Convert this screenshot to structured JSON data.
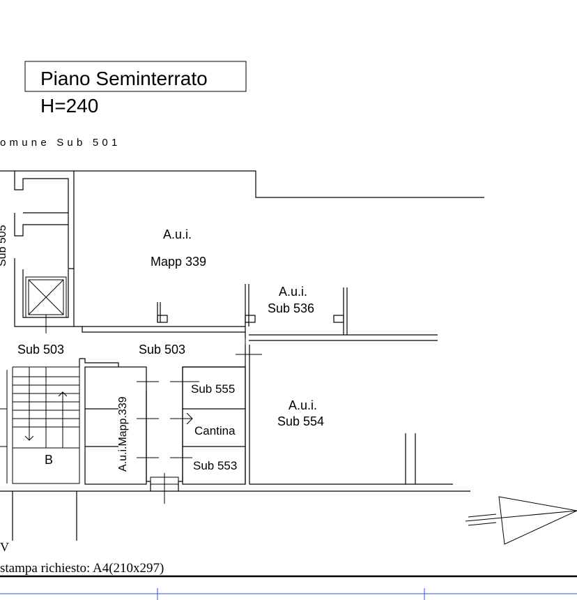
{
  "title_box": {
    "title": "Piano Seminterrato",
    "height_label": "H=240"
  },
  "header_partial": "omune Sub 501",
  "rooms": {
    "aui_mapp339_line1": "A.u.i.",
    "aui_mapp339_line2": "Mapp 339",
    "aui_sub536_line1": "A.u.i.",
    "aui_sub536_line2": "Sub 536",
    "sub503_left": "Sub 503",
    "sub503_right": "Sub 503",
    "sub555": "Sub 555",
    "cantina": "Cantina",
    "sub553": "Sub 553",
    "aui_sub554_line1": "A.u.i.",
    "aui_sub554_line2": "Sub 554",
    "aui_mapp339_vertical": "A.u.i.Mapp.339",
    "room_b": "B",
    "left_edge_vertical": "Sub 505",
    "corner_glyph": "V"
  },
  "footer": {
    "print_format": "stampa richiesto: A4(210x297)"
  },
  "colors": {
    "lines": "#000000",
    "frame_guides": "#3a4fe0"
  }
}
